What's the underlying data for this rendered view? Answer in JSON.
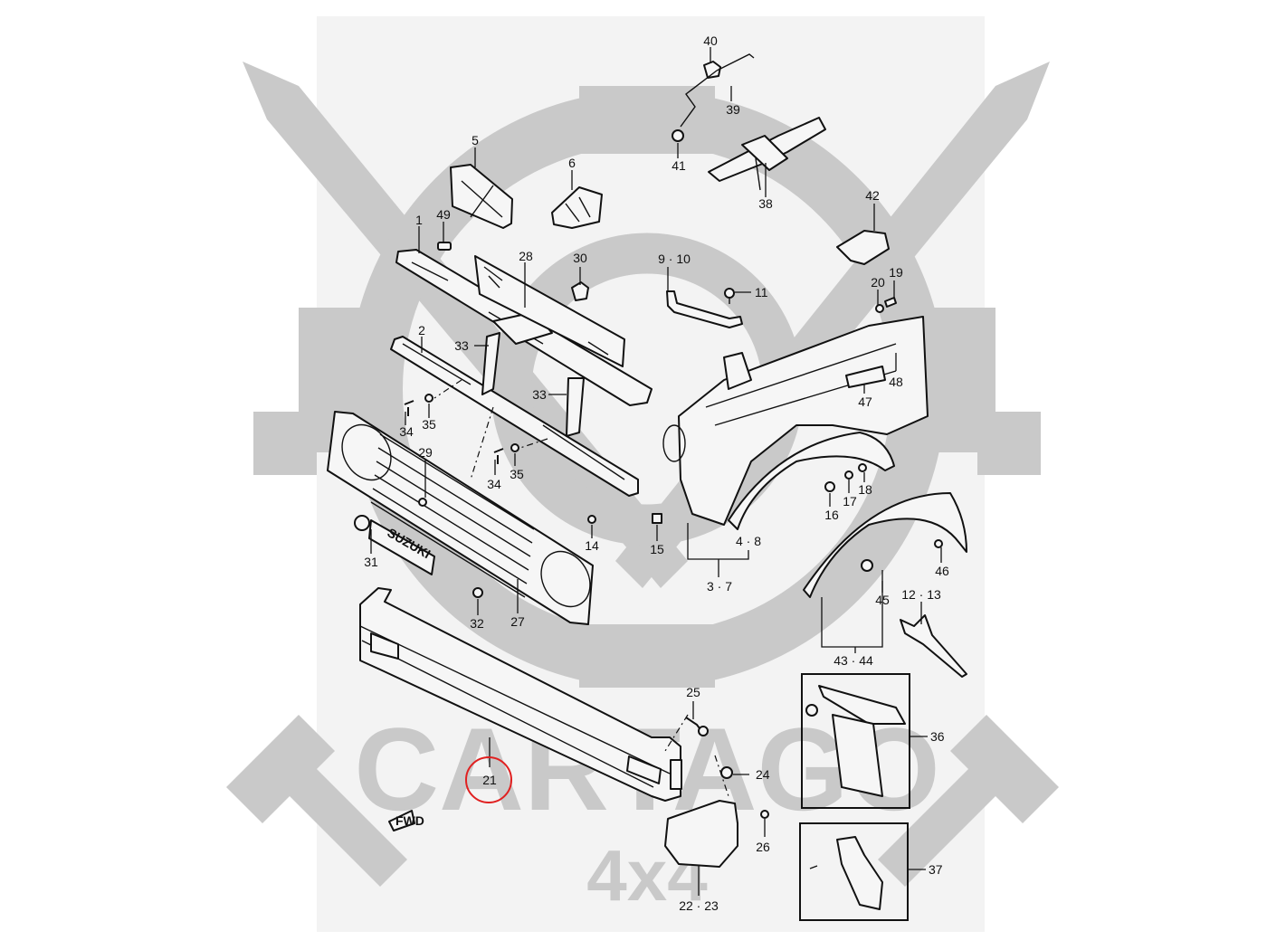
{
  "watermark": {
    "brand": "CARTAGO",
    "subtitle": "4x4",
    "color": "#c9c9c9"
  },
  "diagram": {
    "highlight": {
      "part": "21",
      "color": "#e02020"
    },
    "badge_text": "FWD",
    "grille_emblem": "SUZUKI",
    "callouts": {
      "p1": "1",
      "p2": "2",
      "p3_7": "3 · 7",
      "p4_8": "4 · 8",
      "p5": "5",
      "p6": "6",
      "p9_10": "9 · 10",
      "p11": "11",
      "p12_13": "12 · 13",
      "p14": "14",
      "p15": "15",
      "p16": "16",
      "p17": "17",
      "p18": "18",
      "p19": "19",
      "p20": "20",
      "p21": "21",
      "p22_23": "22 · 23",
      "p24": "24",
      "p25": "25",
      "p26": "26",
      "p27": "27",
      "p28": "28",
      "p29": "29",
      "p30": "30",
      "p31": "31",
      "p32": "32",
      "p33a": "33",
      "p33b": "33",
      "p34a": "34",
      "p34b": "34",
      "p35a": "35",
      "p35b": "35",
      "p36": "36",
      "p37": "37",
      "p38": "38",
      "p39": "39",
      "p40": "40",
      "p41": "41",
      "p42": "42",
      "p43_44": "43 · 44",
      "p45": "45",
      "p46": "46",
      "p47": "47",
      "p48": "48",
      "p49": "49"
    }
  }
}
